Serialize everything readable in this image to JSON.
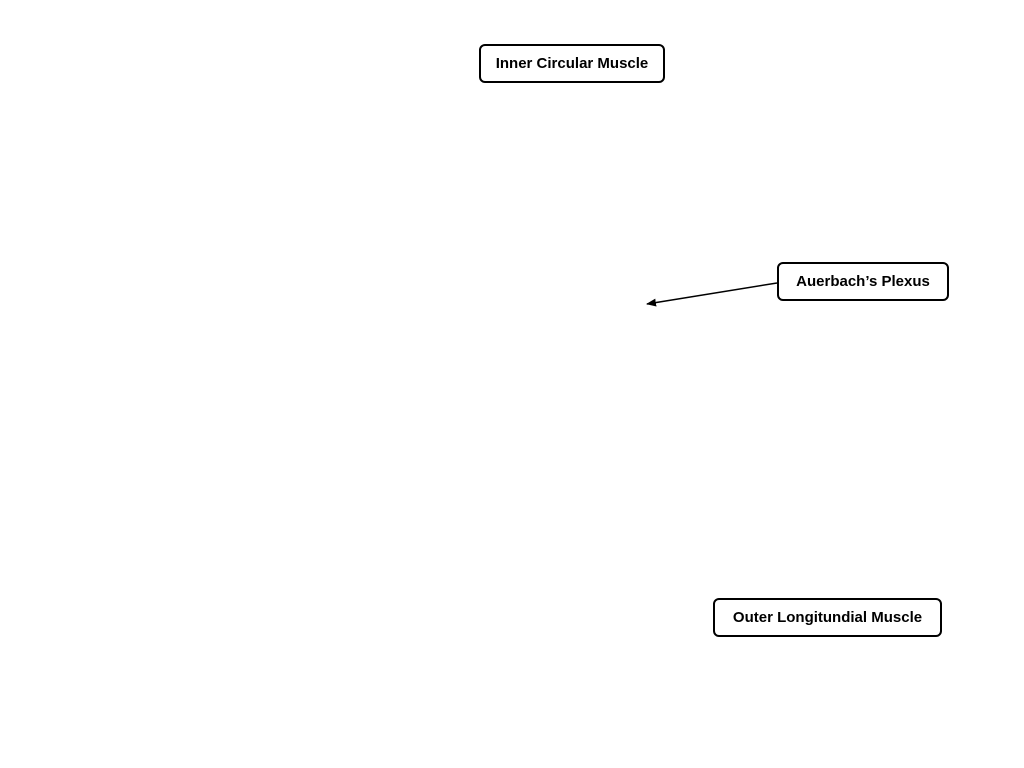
{
  "labels": {
    "inner_circular": "Inner Circular Muscle",
    "auerbach": "Auerbach’s Plexus",
    "outer_longitudinal": "Outer Longitundial Muscle"
  },
  "colors": {
    "background": "#ffffff",
    "stroke": "#000000",
    "text": "#000000"
  }
}
